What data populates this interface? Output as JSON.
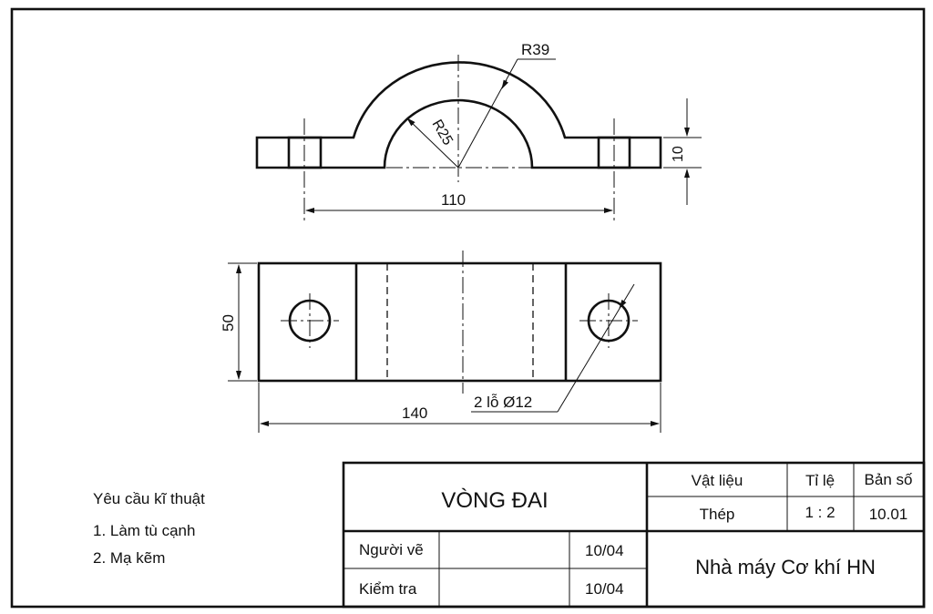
{
  "drawing": {
    "dimensions": {
      "outer_radius": "R39",
      "inner_radius": "R25",
      "thickness": "10",
      "hole_spacing": "110",
      "width": "50",
      "length": "140",
      "holes": "2 lỗ Ø12"
    }
  },
  "notes": {
    "title": "Yêu cầu kĩ thuật",
    "items": [
      "1. Làm tù cạnh",
      "2. Mạ kẽm"
    ]
  },
  "title_block": {
    "part_name": "VÒNG ĐAI",
    "material_label": "Vật liệu",
    "material_value": "Thép",
    "scale_label": "Tỉ lệ",
    "scale_value": "1 : 2",
    "sheet_label": "Bản số",
    "sheet_value": "10.01",
    "drawn_by_label": "Người vẽ",
    "drawn_date": "10/04",
    "checked_label": "Kiểm tra",
    "checked_date": "10/04",
    "company": "Nhà máy Cơ khí HN"
  }
}
